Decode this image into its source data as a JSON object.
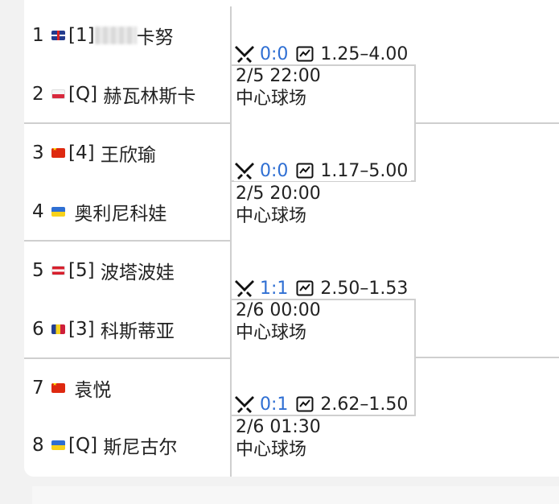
{
  "players": [
    {
      "seed": "1",
      "flag": "gb",
      "tag": "[1]",
      "name": "卡努",
      "name_obscured": true
    },
    {
      "seed": "2",
      "flag": "pl",
      "tag": "[Q]",
      "name": "赫瓦林斯卡"
    },
    {
      "seed": "3",
      "flag": "cn",
      "tag": "[4]",
      "name": "王欣瑜"
    },
    {
      "seed": "4",
      "flag": "ua",
      "tag": "",
      "name": "奥利尼科娃"
    },
    {
      "seed": "5",
      "flag": "at",
      "tag": "[5]",
      "name": "波塔波娃"
    },
    {
      "seed": "6",
      "flag": "ro",
      "tag": "[3]",
      "name": "科斯蒂亚"
    },
    {
      "seed": "7",
      "flag": "cn",
      "tag": "",
      "name": "袁悦"
    },
    {
      "seed": "8",
      "flag": "ua",
      "tag": "[Q]",
      "name": "斯尼古尔"
    }
  ],
  "matches": [
    {
      "h2h": "0:0",
      "odds": "1.25–4.00",
      "time": "2/5 22:00",
      "venue": "中心球场"
    },
    {
      "h2h": "0:0",
      "odds": "1.17–5.00",
      "time": "2/5 20:00",
      "venue": "中心球场"
    },
    {
      "h2h": "1:1",
      "odds": "2.50–1.53",
      "time": "2/6 00:00",
      "venue": "中心球场"
    },
    {
      "h2h": "0:1",
      "odds": "2.62–1.50",
      "time": "2/6 01:30",
      "venue": "中心球场"
    }
  ],
  "icons": {
    "h2h": "crossed-swords-icon",
    "odds": "line-chart-icon"
  },
  "colors": {
    "h2h_text": "#2f6fd3",
    "bracket_line": "#cfcfcf"
  }
}
